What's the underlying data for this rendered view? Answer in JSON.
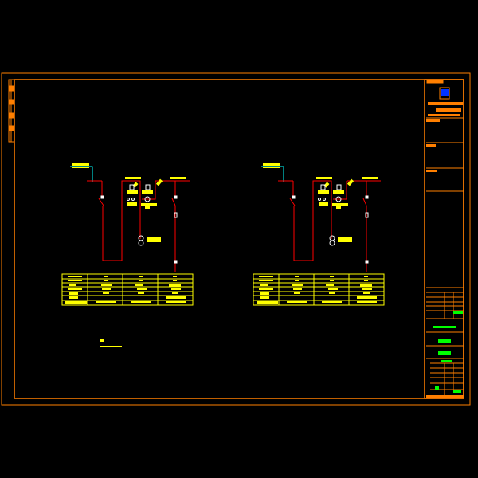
{
  "colors": {
    "background": "#000000",
    "frame": "#FF7F00",
    "circuit": "#FF0000",
    "text": "#FFFF00",
    "neutral": "#00FFFF",
    "device": "#FFFFFF",
    "stamp": "#00FF00",
    "logo": "#0033FF"
  },
  "diagrams": [
    {
      "table_rows": 7,
      "table_cols": 4
    },
    {
      "table_rows": 7,
      "table_cols": 4
    }
  ]
}
